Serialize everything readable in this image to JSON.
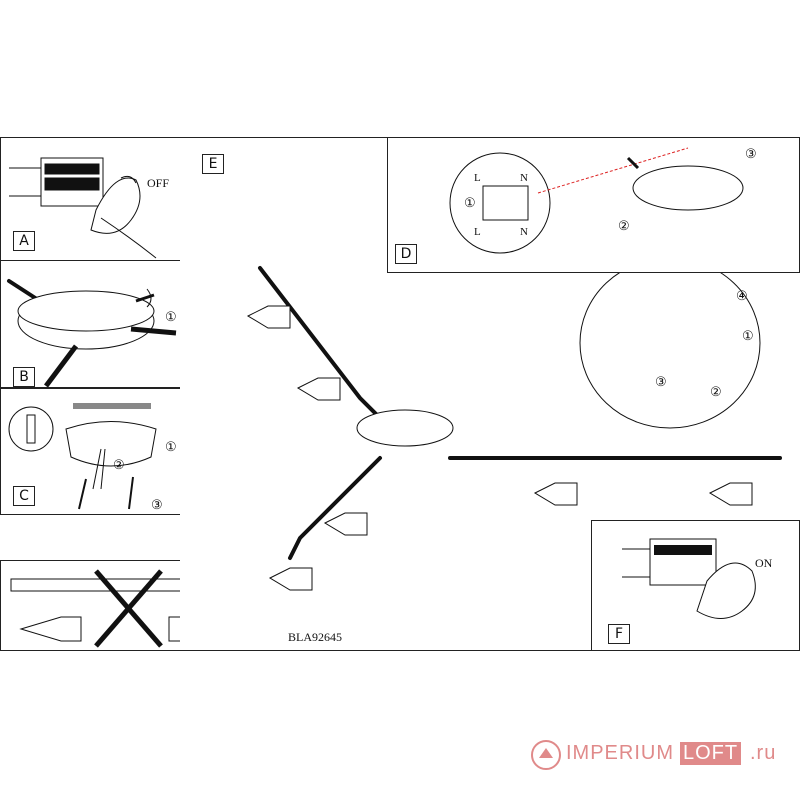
{
  "panels": {
    "A": {
      "label": "A",
      "switch_text": "OFF"
    },
    "B": {
      "label": "B",
      "step1": "①"
    },
    "C": {
      "label": "C",
      "step1": "①",
      "step2": "②",
      "step3": "③"
    },
    "D": {
      "label": "D",
      "wire_L": "L",
      "wire_N": "N",
      "wire_L2": "L",
      "wire_N2": "N",
      "step1": "①",
      "step2": "②",
      "step3": "③"
    },
    "E": {
      "label": "E",
      "model_code": "BLA92645",
      "step1": "①",
      "step2": "②",
      "step3": "③",
      "step4": "④"
    },
    "F": {
      "label": "F",
      "switch_text": "ON"
    }
  },
  "watermark": {
    "brand_part1": "IMPERIUM",
    "brand_part2": "LOFT",
    "domain": ".ru",
    "accent_color": "#e08a8a"
  }
}
